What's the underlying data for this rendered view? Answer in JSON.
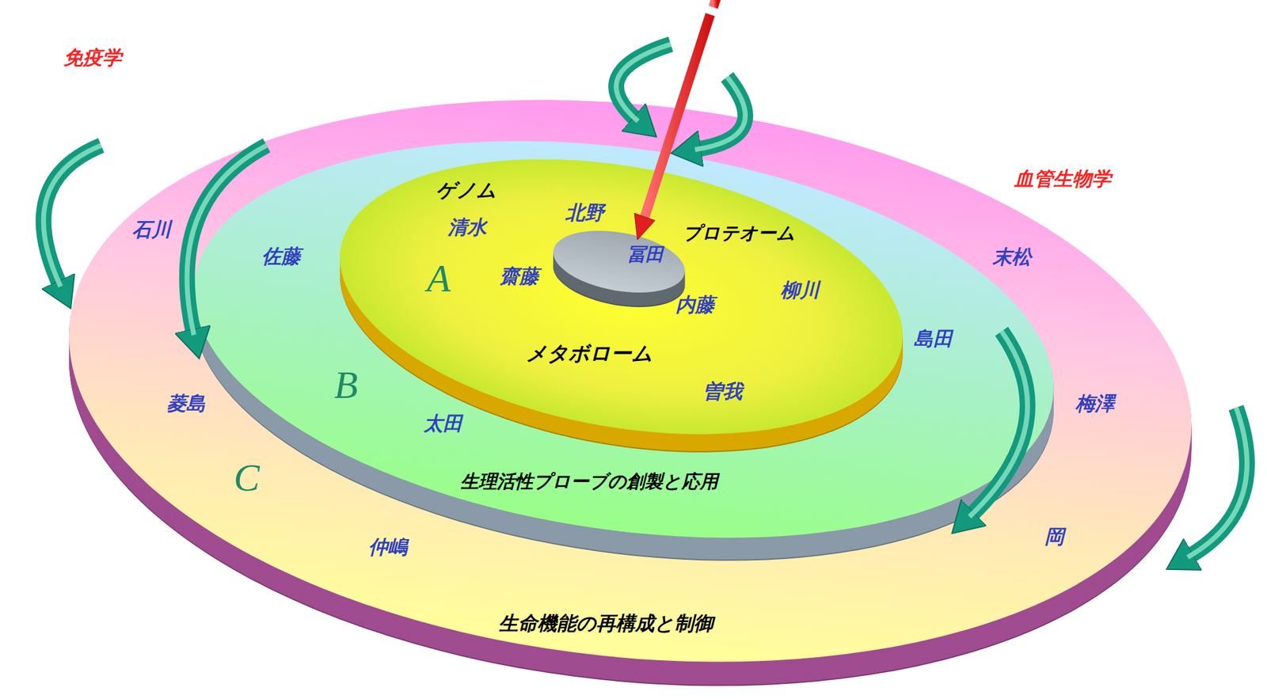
{
  "diagram": {
    "nodes": [
      {
        "text": [
          "石川",
          "菱島",
          "仲嶋",
          "C",
          "末松",
          "梅澤",
          "岡",
          "生命機能の再構成と制御"
        ]
      },
      {
        "text": [
          "佐藤",
          "B",
          "太田",
          "島田",
          "生理活性プローブの創製と応用"
        ],
        "in": 0
      },
      {
        "text": [
          "ゲノム",
          "清水",
          "北野",
          "プロテオーム",
          "A",
          "齋藤",
          "内藤",
          "柳川",
          "メタボローム",
          "曽我"
        ],
        "in": 1
      },
      {
        "text": [
          "冨田"
        ],
        "in": 2
      }
    ],
    "labels": [
      "免疫学",
      "血管生物学"
    ]
  }
}
